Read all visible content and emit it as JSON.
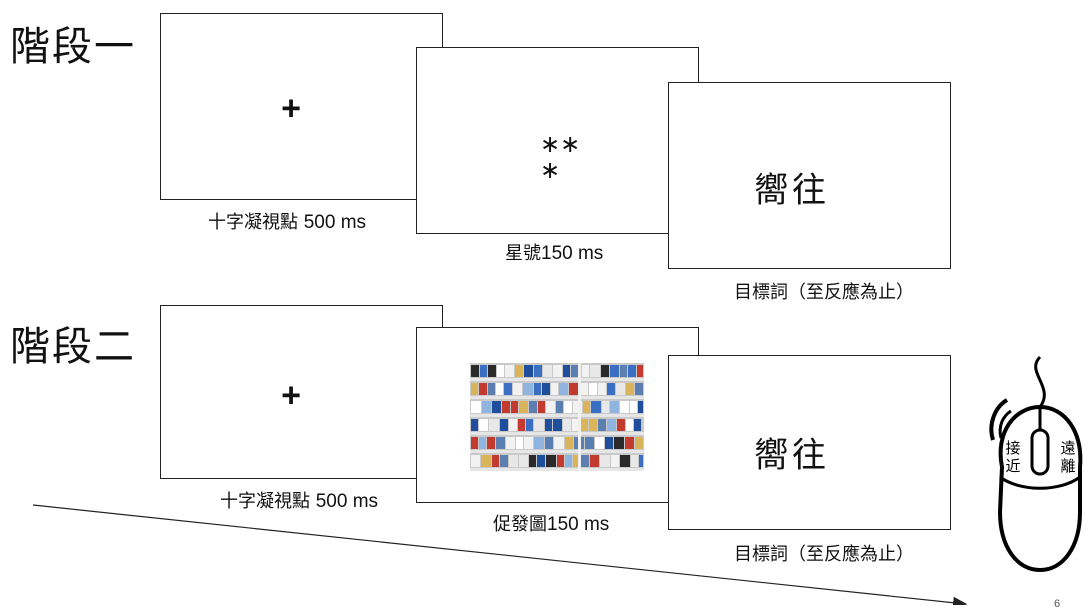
{
  "stage1": {
    "title": "階段一",
    "fixation": {
      "symbol": "+",
      "caption_cn": "十字凝視點 ",
      "caption_ms": "500 ms"
    },
    "stars": {
      "line1": "∗∗",
      "line2": "∗",
      "caption_cn": "星號",
      "caption_ms": "150 ms"
    },
    "target": {
      "word": "嚮往",
      "caption": "目標詞（至反應為止）"
    }
  },
  "stage2": {
    "title": "階段二",
    "fixation": {
      "symbol": "+",
      "caption_cn": "十字凝視點 ",
      "caption_ms": "500 ms"
    },
    "prime": {
      "image": "cigarette-shelf-photo",
      "caption_cn": "促發圖",
      "caption_ms": "150 ms"
    },
    "target": {
      "word": "嚮往",
      "caption": "目標詞（至反應為止）"
    }
  },
  "mouse": {
    "left_label_1": "接",
    "left_label_2": "近",
    "right_label_1": "遠",
    "right_label_2": "離",
    "icon": "mouse-icon"
  },
  "page_number": "6"
}
